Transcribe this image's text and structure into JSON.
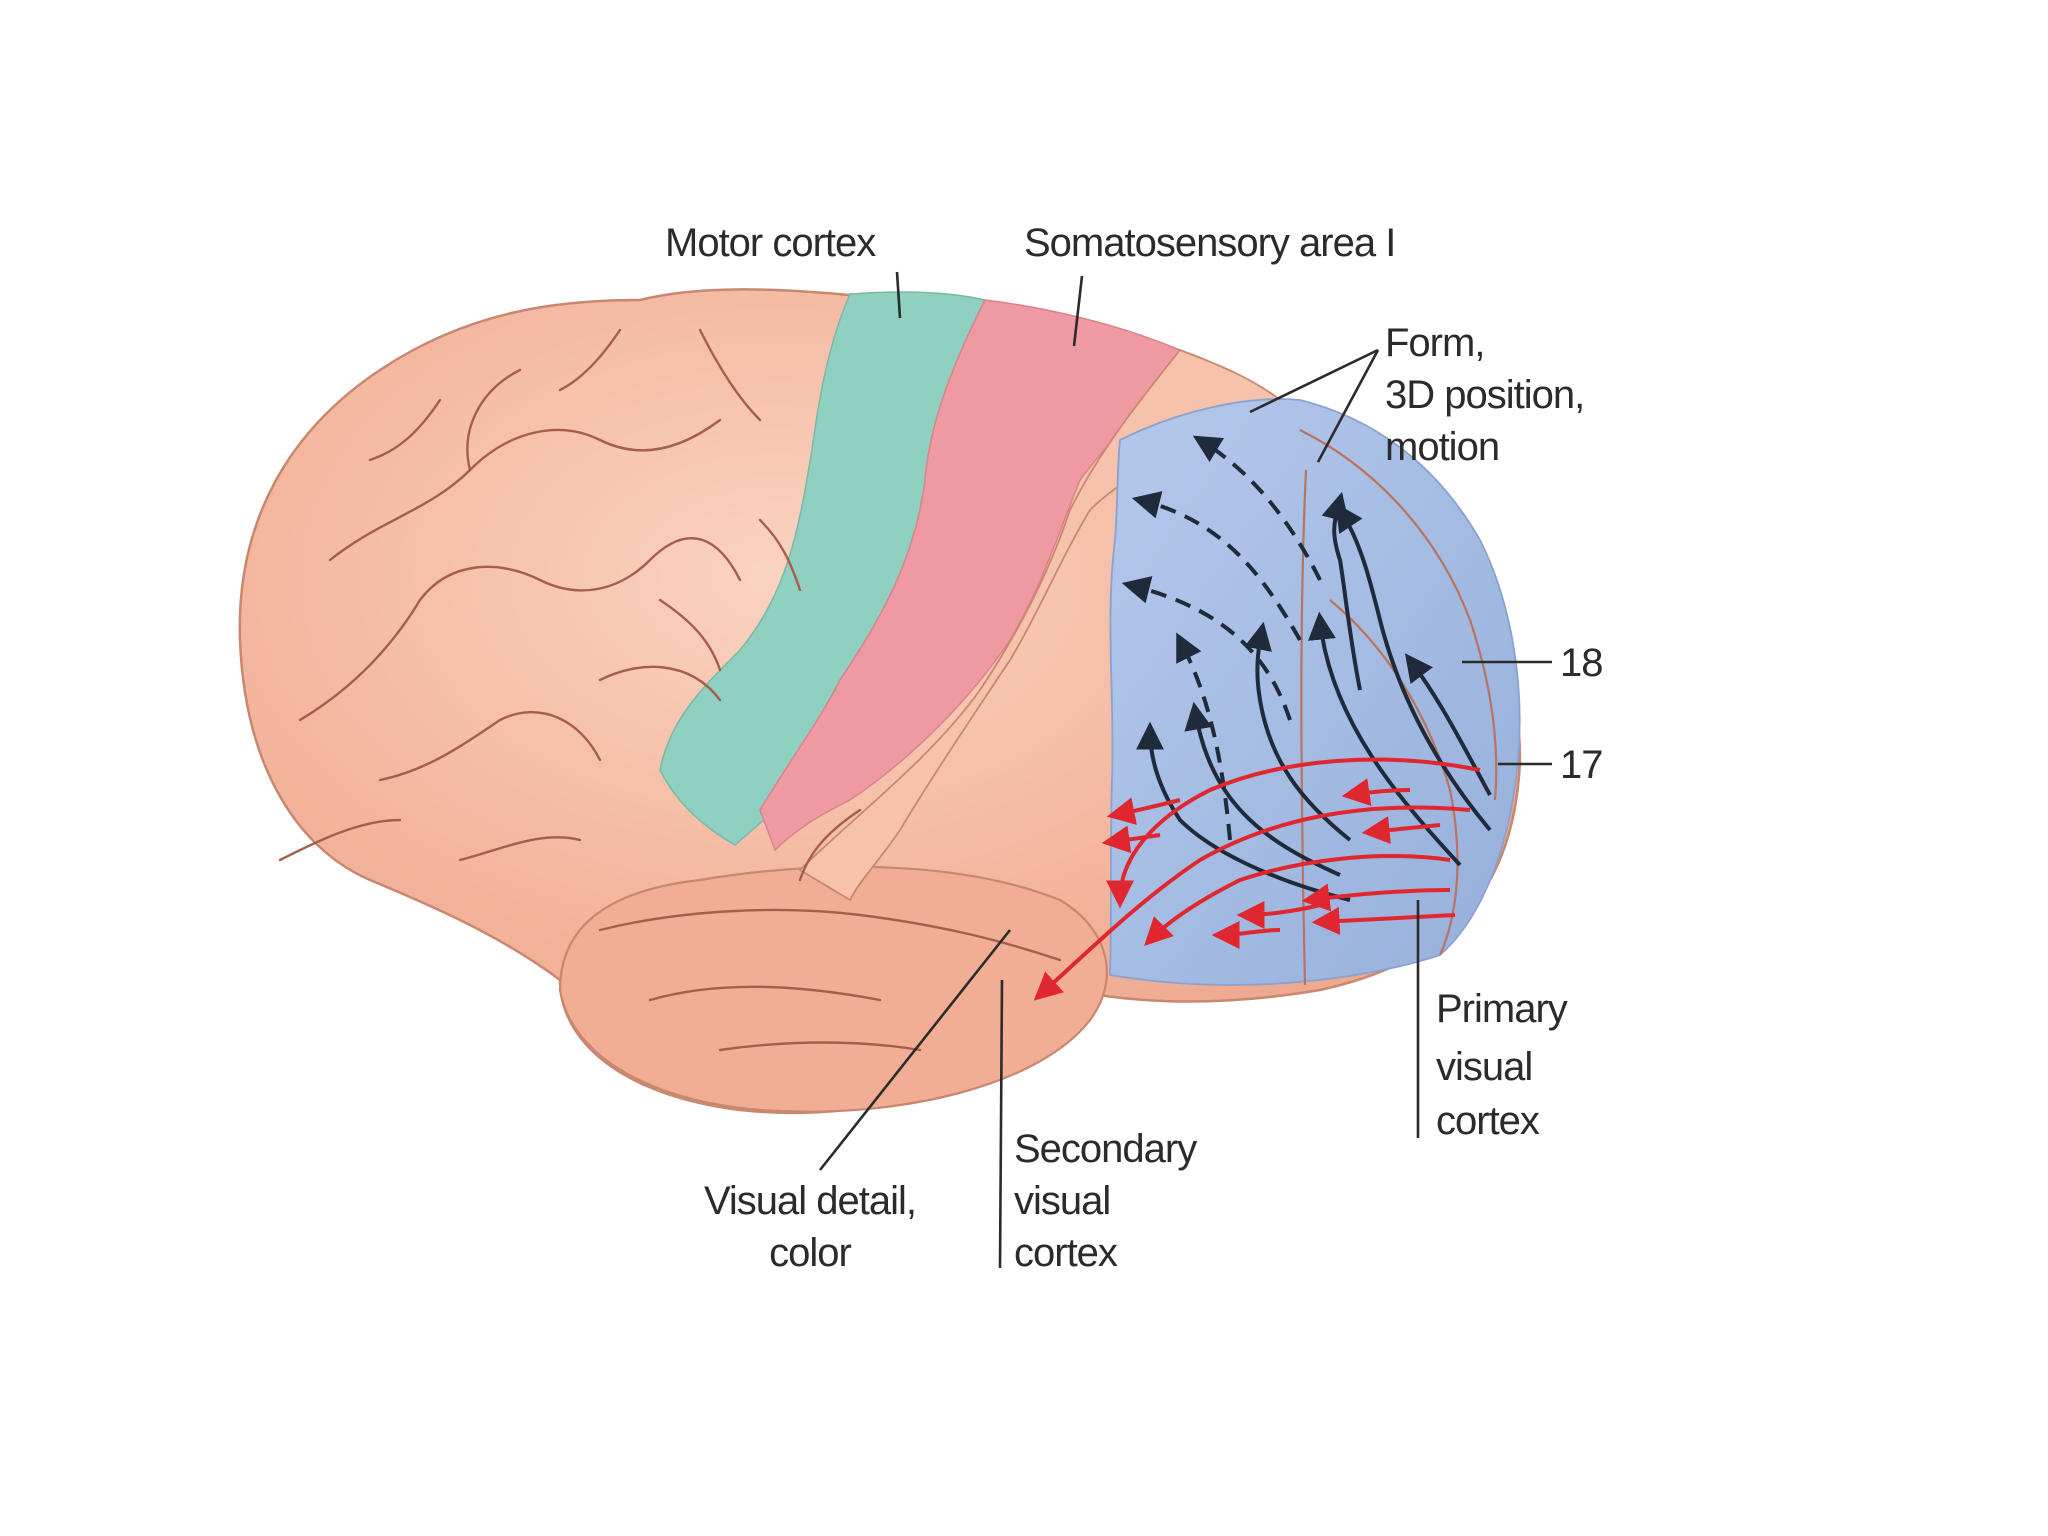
{
  "labels": {
    "motor_cortex": "Motor cortex",
    "somatosensory": "Somatosensory area I",
    "form": {
      "line1": "Form,",
      "line2": "3D position,",
      "line3": "motion"
    },
    "area_18": "18",
    "area_17": "17",
    "primary": {
      "line1": "Primary",
      "line2": "visual",
      "line3": "cortex"
    },
    "secondary": {
      "line1": "Secondary",
      "line2": "visual",
      "line3": "cortex"
    },
    "visual_detail": {
      "line1": "Visual detail,",
      "line2": "color"
    }
  },
  "colors": {
    "cortex": "#f3b49b",
    "cortex_light": "#f8cbb6",
    "motor": "#8fd0c0",
    "somatosensory": "#ef9aa2",
    "visual": "#a9bfe3",
    "dorsal_arrows": "#1f2a3a",
    "ventral_arrows": "#e0262e"
  }
}
